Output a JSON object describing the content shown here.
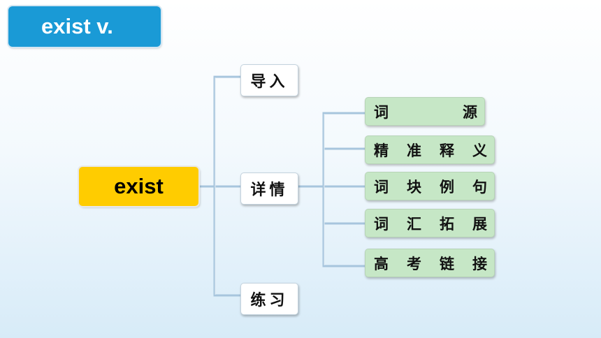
{
  "title": "exist v.",
  "main_node": "exist",
  "branches": [
    "导入",
    "详情",
    "练习"
  ],
  "details": [
    [
      "词",
      "源"
    ],
    [
      "精",
      "准",
      "释",
      "义"
    ],
    [
      "词",
      "块",
      "例",
      "句"
    ],
    [
      "词",
      "汇",
      "拓",
      "展"
    ],
    [
      "高",
      "考",
      "链",
      "接"
    ]
  ],
  "colors": {
    "title_bg": "#1a9ad6",
    "main_node_bg": "#ffcc00",
    "branch_bg": "#ffffff",
    "detail_bg": "#c6e7c6",
    "connector": "#a7c5dd"
  }
}
